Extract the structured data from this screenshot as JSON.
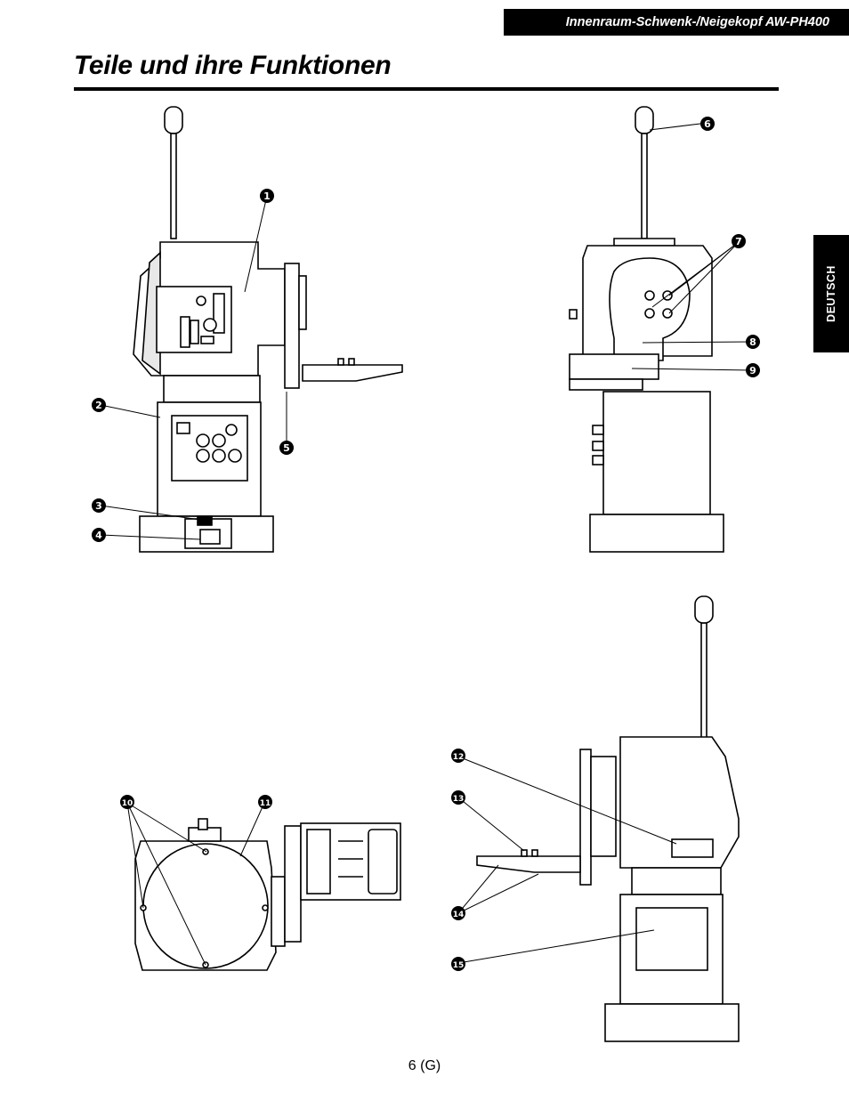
{
  "header": {
    "product_title": "Innenraum-Schwenk-/Neigekopf  AW-PH400"
  },
  "page_title": "Teile und ihre Funktionen",
  "side_tab": "DEUTSCH",
  "page_number": "6 (G)",
  "figure": {
    "callouts": [
      {
        "num": "1"
      },
      {
        "num": "2"
      },
      {
        "num": "3"
      },
      {
        "num": "4"
      },
      {
        "num": "5"
      },
      {
        "num": "6"
      },
      {
        "num": "7"
      },
      {
        "num": "8"
      },
      {
        "num": "9"
      },
      {
        "num": "10"
      },
      {
        "num": "11"
      },
      {
        "num": "12"
      },
      {
        "num": "13"
      },
      {
        "num": "14"
      },
      {
        "num": "15"
      }
    ]
  }
}
